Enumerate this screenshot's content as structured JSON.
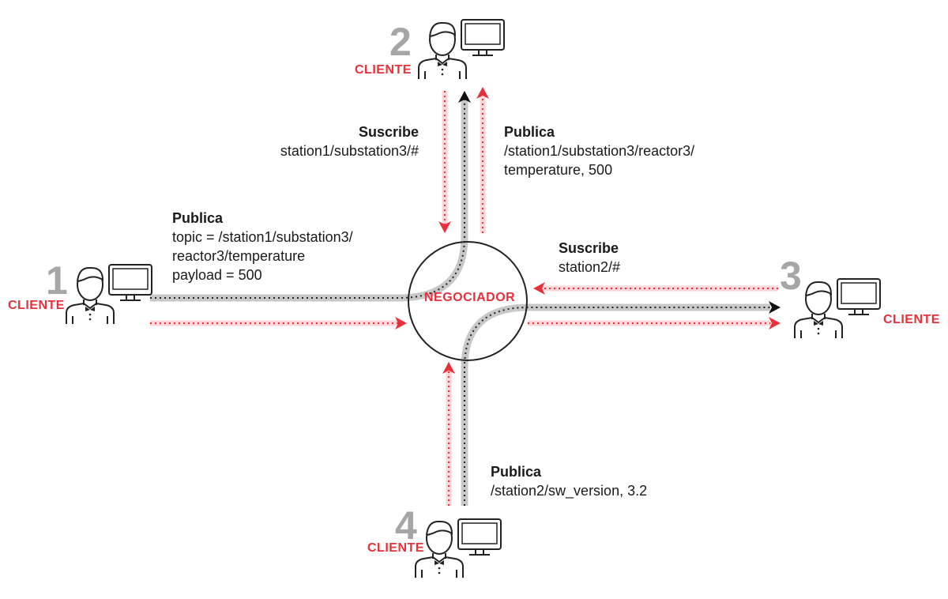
{
  "broker": {
    "label": "NEGOCIADOR"
  },
  "clients": [
    {
      "number": "1",
      "label": "CLIENTE"
    },
    {
      "number": "2",
      "label": "CLIENTE"
    },
    {
      "number": "3",
      "label": "CLIENTE"
    },
    {
      "number": "4",
      "label": "CLIENTE"
    }
  ],
  "annotations": {
    "c1_publish": {
      "title": "Publica",
      "lines": [
        "topic = /station1/substation3/",
        "reactor3/temperature",
        "payload = 500"
      ]
    },
    "c2_subscribe": {
      "title": "Suscribe",
      "lines": [
        "station1/substation3/#"
      ]
    },
    "c2_publish": {
      "title": "Publica",
      "lines": [
        "/station1/substation3/reactor3/",
        "temperature, 500"
      ]
    },
    "c3_subscribe": {
      "title": "Suscribe",
      "lines": [
        "station2/#"
      ]
    },
    "c4_publish": {
      "title": "Publica",
      "lines": [
        "/station2/sw_version, 3.2"
      ]
    }
  },
  "colors": {
    "accent": "#e8303a",
    "path": "#c8c8c8",
    "number": "#a6a6a6",
    "light_red": "#fbd5d7"
  }
}
